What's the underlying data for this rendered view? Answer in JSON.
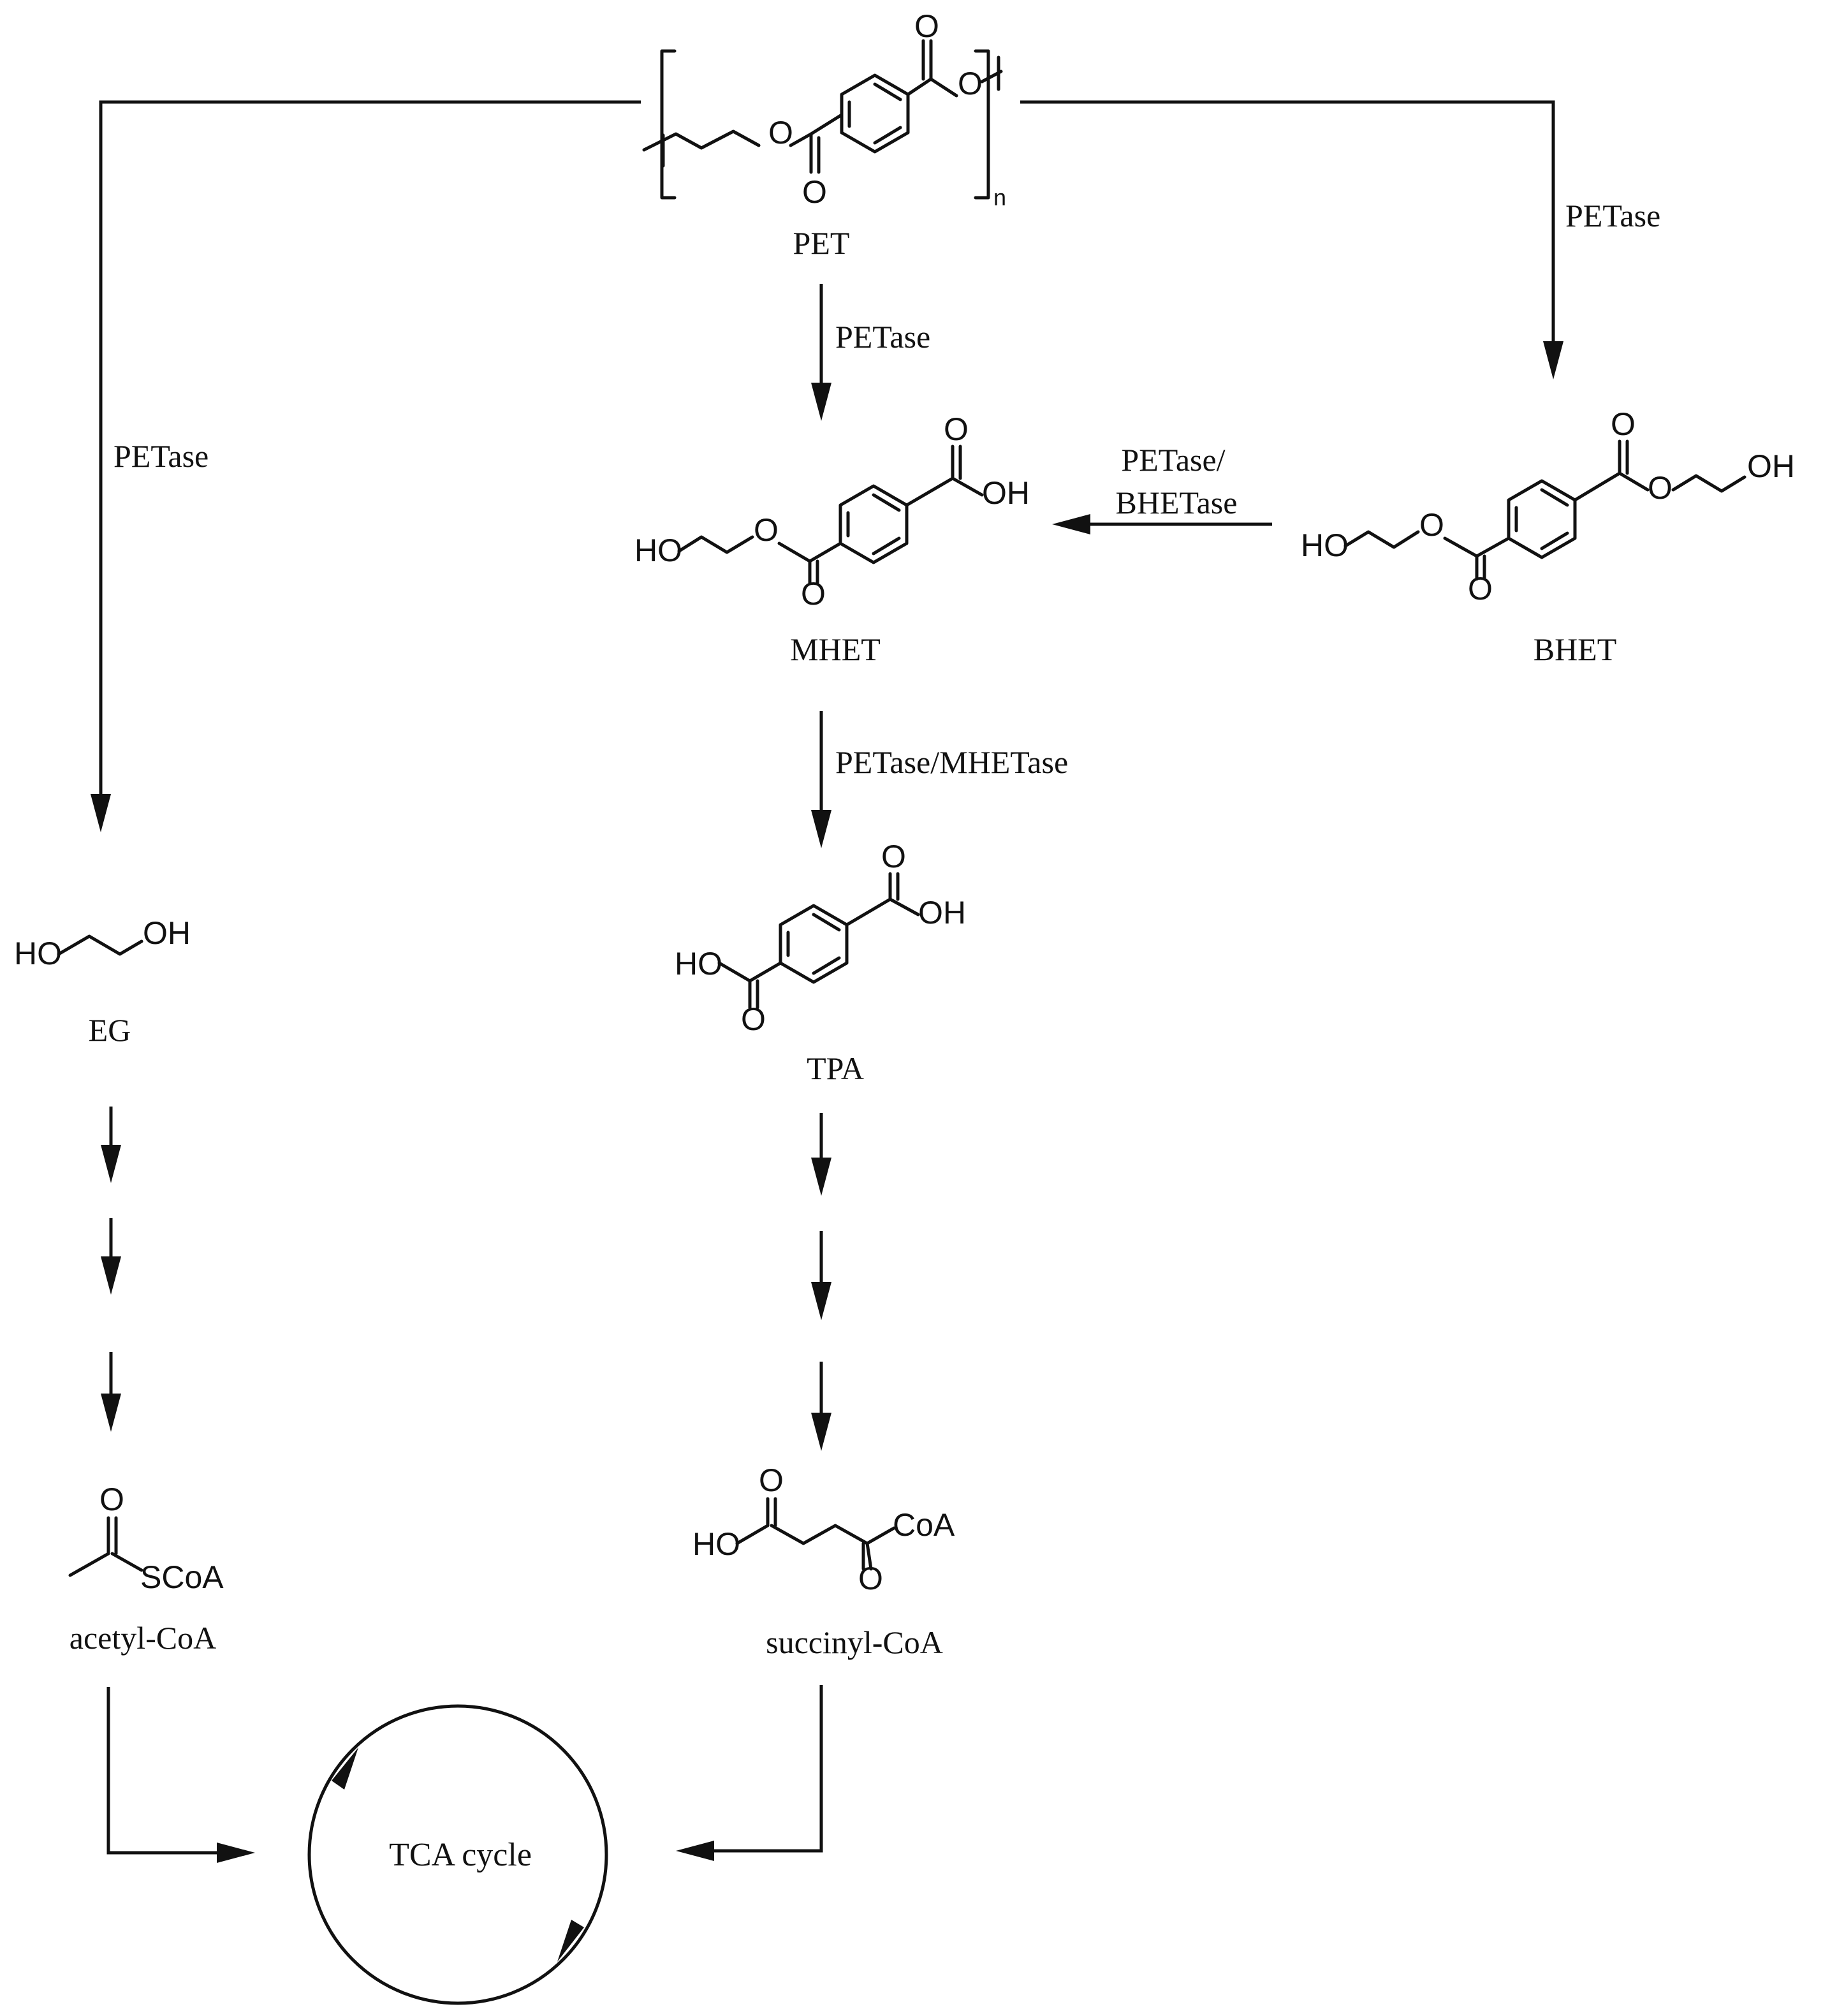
{
  "compounds": {
    "pet": {
      "name": "PET",
      "subscript": "n"
    },
    "mhet": {
      "name": "MHET",
      "ho": "HO",
      "oh": "OH"
    },
    "bhet": {
      "name": "BHET",
      "ho": "HO",
      "oh": "OH"
    },
    "eg": {
      "name": "EG",
      "ho": "HO",
      "oh": "OH"
    },
    "tpa": {
      "name": "TPA",
      "ho": "HO",
      "oh": "OH"
    },
    "acetyl_coa": {
      "name": "acetyl-CoA",
      "scoa": "SCoA"
    },
    "succinyl_coa": {
      "name": "succinyl-CoA",
      "ho": "HO",
      "coa": "CoA"
    }
  },
  "atoms": {
    "oxygen": "O"
  },
  "enzymes": {
    "pet_to_eg": "PETase",
    "pet_to_mhet": "PETase",
    "pet_to_bhet": "PETase",
    "bhet_to_mhet_line1": "PETase/",
    "bhet_to_mhet_line2": "BHETase",
    "mhet_to_tpa": "PETase/MHETase"
  },
  "cycle": {
    "label": "TCA cycle"
  }
}
